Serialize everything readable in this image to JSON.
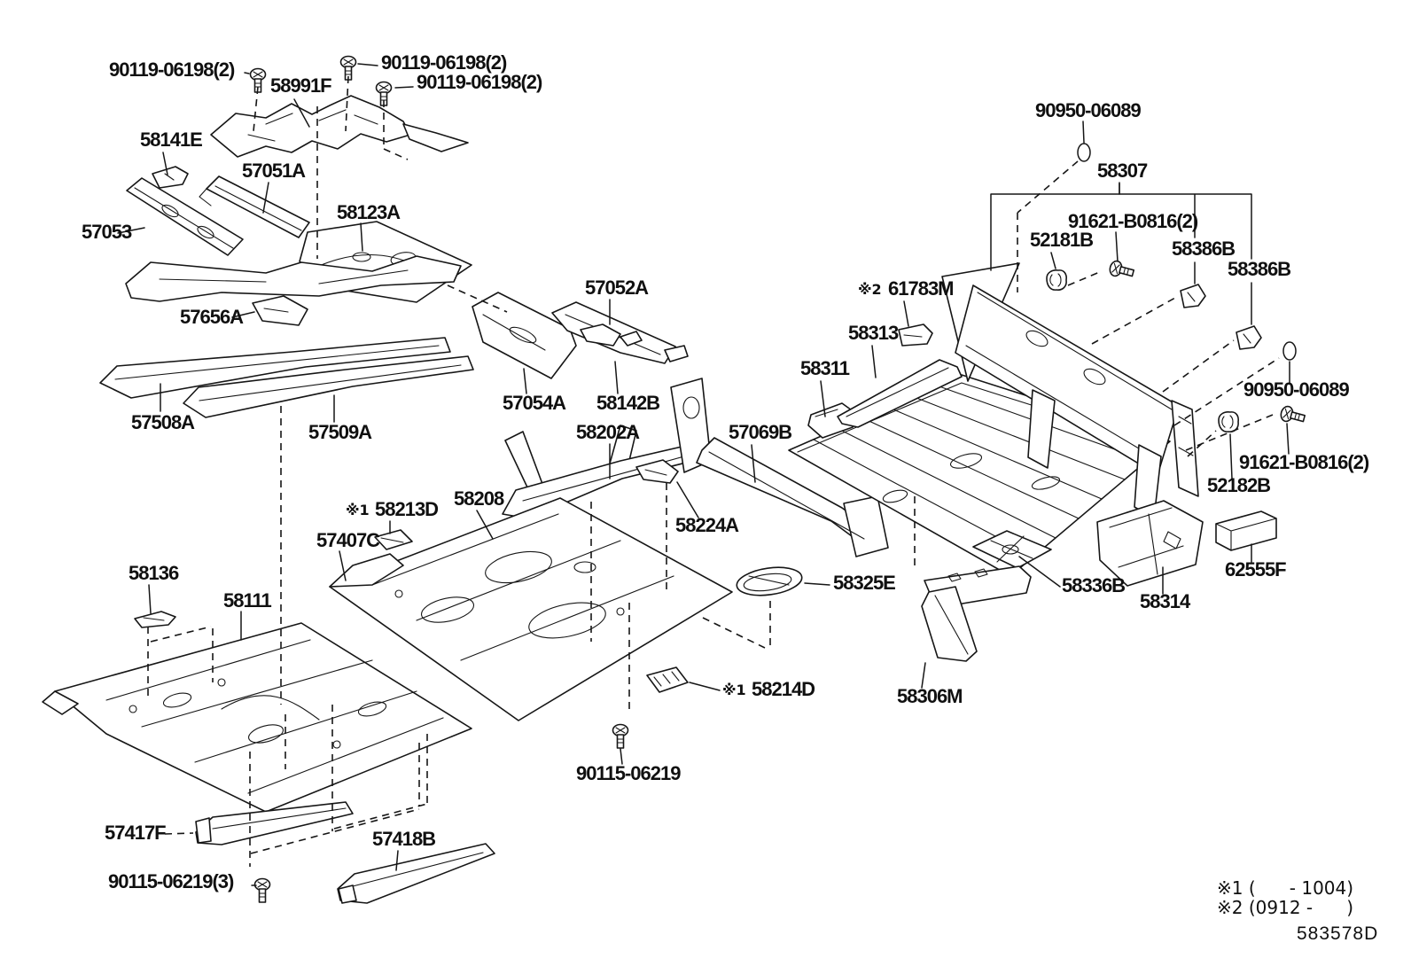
{
  "diagram_code": "583578D",
  "footnotes": [
    {
      "text": "※1 (      - 1004)"
    },
    {
      "text": "※2 (0912 -      )"
    }
  ],
  "labels": [
    {
      "id": "bolt-90119-a",
      "prefix": "",
      "text": "90119-06198(2)"
    },
    {
      "id": "bolt-90119-b",
      "prefix": "",
      "text": "90119-06198(2)"
    },
    {
      "id": "bolt-90119-c",
      "prefix": "",
      "text": "90119-06198(2)"
    },
    {
      "id": "58991F",
      "prefix": "",
      "text": "58991F"
    },
    {
      "id": "58141E",
      "prefix": "",
      "text": "58141E"
    },
    {
      "id": "57051A",
      "prefix": "",
      "text": "57051A"
    },
    {
      "id": "58123A",
      "prefix": "",
      "text": "58123A"
    },
    {
      "id": "57053",
      "prefix": "",
      "text": "57053"
    },
    {
      "id": "57656A",
      "prefix": "",
      "text": "57656A"
    },
    {
      "id": "57052A",
      "prefix": "",
      "text": "57052A"
    },
    {
      "id": "57054A",
      "prefix": "",
      "text": "57054A"
    },
    {
      "id": "58142B",
      "prefix": "",
      "text": "58142B"
    },
    {
      "id": "57508A",
      "prefix": "",
      "text": "57508A"
    },
    {
      "id": "57509A",
      "prefix": "",
      "text": "57509A"
    },
    {
      "id": "58202A",
      "prefix": "",
      "text": "58202A"
    },
    {
      "id": "58208",
      "prefix": "",
      "text": "58208"
    },
    {
      "id": "58213D",
      "prefix": "※1",
      "text": "58213D"
    },
    {
      "id": "57407C",
      "prefix": "",
      "text": "57407C"
    },
    {
      "id": "58136",
      "prefix": "",
      "text": "58136"
    },
    {
      "id": "58111",
      "prefix": "",
      "text": "58111"
    },
    {
      "id": "58224A",
      "prefix": "",
      "text": "58224A"
    },
    {
      "id": "58325E",
      "prefix": "",
      "text": "58325E"
    },
    {
      "id": "58214D",
      "prefix": "※1",
      "text": "58214D"
    },
    {
      "id": "bolt-90115-06219",
      "prefix": "",
      "text": "90115-06219"
    },
    {
      "id": "57417F",
      "prefix": "",
      "text": "57417F"
    },
    {
      "id": "bolt-90115-06219-3",
      "prefix": "",
      "text": "90115-06219(3)"
    },
    {
      "id": "57418B",
      "prefix": "",
      "text": "57418B"
    },
    {
      "id": "90950-06089-top",
      "prefix": "",
      "text": "90950-06089"
    },
    {
      "id": "58307",
      "prefix": "",
      "text": "58307"
    },
    {
      "id": "91621-B0816-left",
      "prefix": "",
      "text": "91621-B0816(2)"
    },
    {
      "id": "52181B",
      "prefix": "",
      "text": "52181B"
    },
    {
      "id": "58386B-1",
      "prefix": "",
      "text": "58386B"
    },
    {
      "id": "58386B-2",
      "prefix": "",
      "text": "58386B"
    },
    {
      "id": "61783M",
      "prefix": "※2",
      "text": "61783M"
    },
    {
      "id": "58313",
      "prefix": "",
      "text": "58313"
    },
    {
      "id": "58311",
      "prefix": "",
      "text": "58311"
    },
    {
      "id": "57069B",
      "prefix": "",
      "text": "57069B"
    },
    {
      "id": "90950-06089-right",
      "prefix": "",
      "text": "90950-06089"
    },
    {
      "id": "91621-B0816-right",
      "prefix": "",
      "text": "91621-B0816(2)"
    },
    {
      "id": "52182B",
      "prefix": "",
      "text": "52182B"
    },
    {
      "id": "58336B",
      "prefix": "",
      "text": "58336B"
    },
    {
      "id": "58314",
      "prefix": "",
      "text": "58314"
    },
    {
      "id": "62555F",
      "prefix": "",
      "text": "62555F"
    },
    {
      "id": "58306M",
      "prefix": "",
      "text": "58306M"
    }
  ]
}
